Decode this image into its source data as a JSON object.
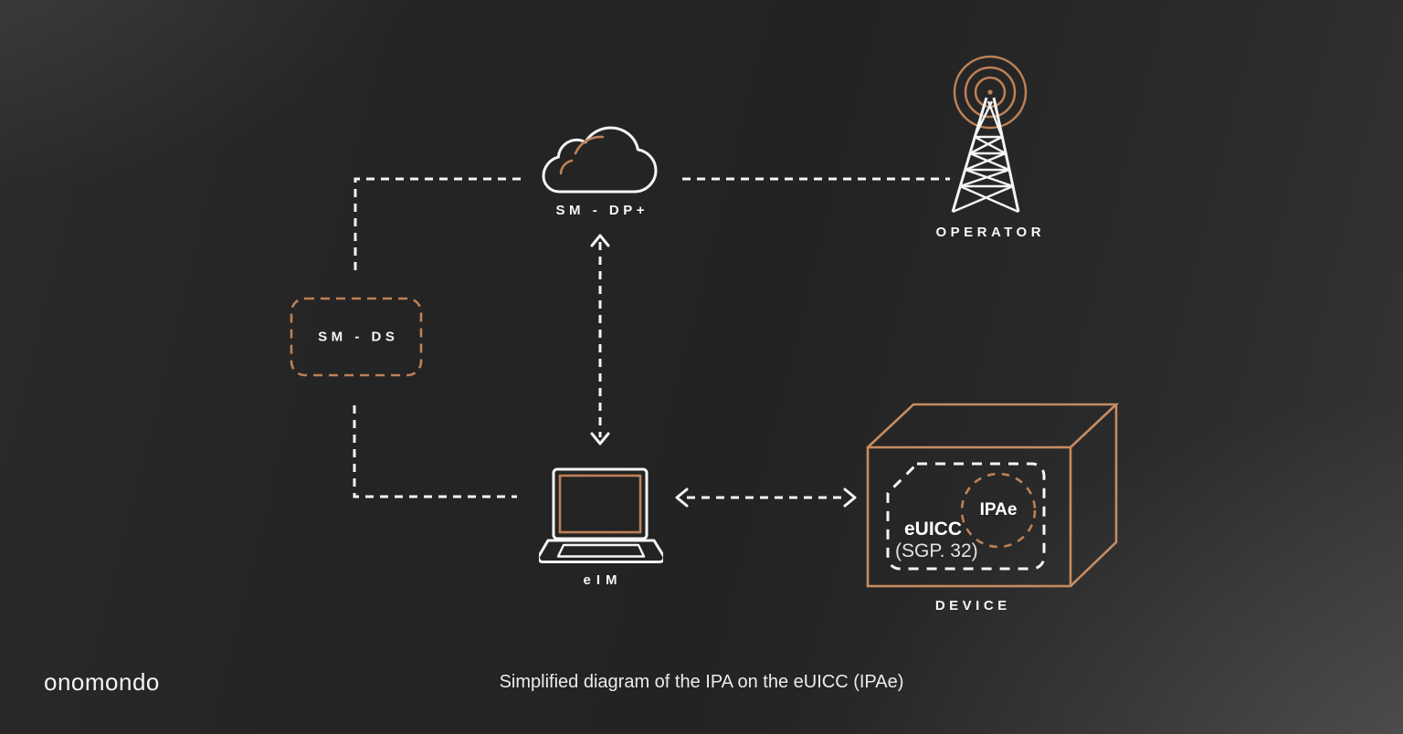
{
  "colors": {
    "accent_tan": "#bd8157",
    "device_box_tan": "#c68c60",
    "line_white": "#f5f5f5",
    "background_dark": "#232323"
  },
  "nodes": {
    "sm_dp": {
      "label": "SM - DP+",
      "icon": "cloud-icon"
    },
    "operator": {
      "label": "OPERATOR",
      "icon": "radio-tower-icon"
    },
    "sm_ds": {
      "label": "SM - DS",
      "shape": "dashed-rounded-box"
    },
    "eim": {
      "label": "eIM",
      "icon": "laptop-icon"
    },
    "device": {
      "label": "DEVICE",
      "icon": "3d-box-icon",
      "euicc_label": "eUICC",
      "euicc_sub": "(SGP. 32)",
      "ipae_label": "IPAe",
      "euicc_shape": "dashed-sim-card",
      "ipae_shape": "dashed-circle"
    }
  },
  "connections": [
    {
      "from": "sm_dp",
      "to": "operator",
      "style": "dashed",
      "arrows": "none"
    },
    {
      "from": "sm_dp",
      "to": "sm_ds",
      "style": "dashed-elbow",
      "arrows": "none"
    },
    {
      "from": "sm_ds",
      "to": "eim",
      "style": "dashed-elbow",
      "arrows": "none"
    },
    {
      "from": "sm_dp",
      "to": "eim",
      "style": "dashed",
      "arrows": "both"
    },
    {
      "from": "eim",
      "to": "device",
      "style": "dashed",
      "arrows": "both"
    }
  ],
  "footer": {
    "logo": "onomondo",
    "caption": "Simplified diagram of the IPA on the eUICC (IPAe)"
  }
}
